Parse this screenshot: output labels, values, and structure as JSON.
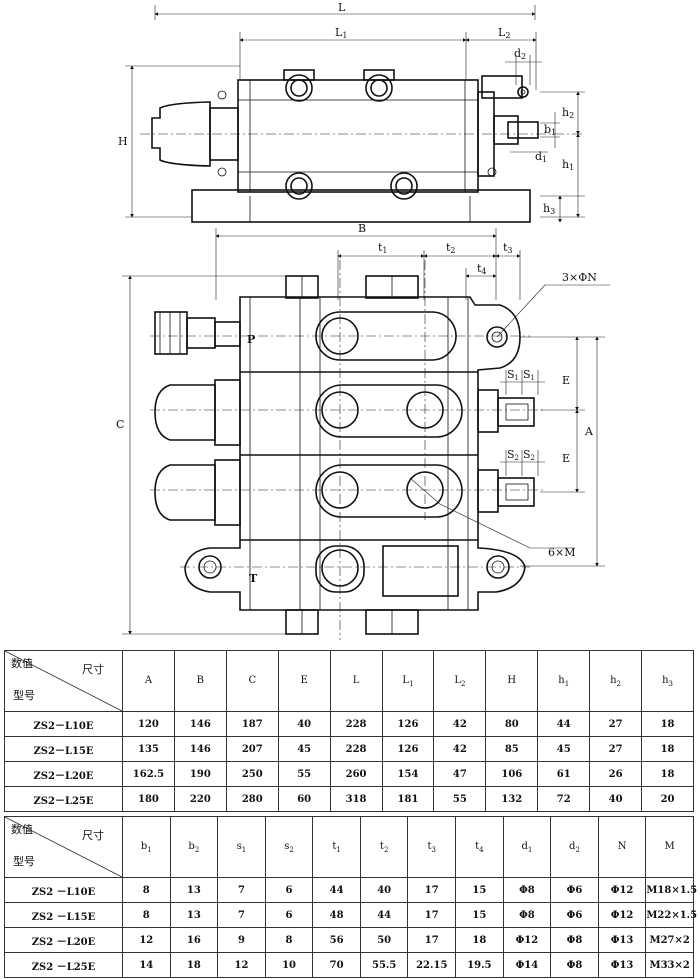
{
  "drawing": {
    "top_labels": {
      "L": "L",
      "L1": "L",
      "L1_sub": "1",
      "L2": "L",
      "L2_sub": "2",
      "H": "H",
      "d2": "d",
      "d2_sub": "2",
      "d1": "d",
      "d1_sub": "1",
      "b1": "b",
      "b1_sub": "1",
      "h2": "h",
      "h2_sub": "2",
      "h1": "h",
      "h1_sub": "1",
      "h3": "h",
      "h3_sub": "3"
    },
    "plan_labels": {
      "B": "B",
      "t1": "t",
      "t1_sub": "1",
      "t2": "t",
      "t2_sub": "2",
      "t3": "t",
      "t3_sub": "3",
      "t4": "t",
      "t4_sub": "4",
      "holes": "3×ΦN",
      "C": "C",
      "A": "A",
      "E1": "E",
      "E2": "E",
      "S1a": "S",
      "S1a_sub": "1",
      "S1b": "S",
      "S1b_sub": "1",
      "S2a": "S",
      "S2a_sub": "2",
      "S2b": "S",
      "S2b_sub": "2",
      "M": "6×M",
      "P": "P",
      "T": "T"
    }
  },
  "table1": {
    "corner": {
      "top": "尺寸",
      "mid": "数值",
      "bottom": "型号"
    },
    "headers": [
      {
        "t": "A",
        "s": ""
      },
      {
        "t": "B",
        "s": ""
      },
      {
        "t": "C",
        "s": ""
      },
      {
        "t": "E",
        "s": ""
      },
      {
        "t": "L",
        "s": ""
      },
      {
        "t": "L",
        "s": "1"
      },
      {
        "t": "L",
        "s": "2"
      },
      {
        "t": "H",
        "s": ""
      },
      {
        "t": "h",
        "s": "1"
      },
      {
        "t": "h",
        "s": "2"
      },
      {
        "t": "h",
        "s": "3"
      }
    ],
    "rows": [
      {
        "model": "ZS2－L10E",
        "values": [
          "120",
          "146",
          "187",
          "40",
          "228",
          "126",
          "42",
          "80",
          "44",
          "27",
          "18"
        ]
      },
      {
        "model": "ZS2－L15E",
        "values": [
          "135",
          "146",
          "207",
          "45",
          "228",
          "126",
          "42",
          "85",
          "45",
          "27",
          "18"
        ]
      },
      {
        "model": "ZS2－L20E",
        "values": [
          "162.5",
          "190",
          "250",
          "55",
          "260",
          "154",
          "47",
          "106",
          "61",
          "26",
          "18"
        ]
      },
      {
        "model": "ZS2－L25E",
        "values": [
          "180",
          "220",
          "280",
          "60",
          "318",
          "181",
          "55",
          "132",
          "72",
          "40",
          "20"
        ]
      }
    ]
  },
  "table2": {
    "corner": {
      "top": "尺寸",
      "mid": "数值",
      "bottom": "型号"
    },
    "headers": [
      {
        "t": "b",
        "s": "1"
      },
      {
        "t": "b",
        "s": "2"
      },
      {
        "t": "s",
        "s": "1"
      },
      {
        "t": "s",
        "s": "2"
      },
      {
        "t": "t",
        "s": "1"
      },
      {
        "t": "t",
        "s": "2"
      },
      {
        "t": "t",
        "s": "3"
      },
      {
        "t": "t",
        "s": "4"
      },
      {
        "t": "d",
        "s": "1"
      },
      {
        "t": "d",
        "s": "2"
      },
      {
        "t": "N",
        "s": ""
      },
      {
        "t": "M",
        "s": ""
      }
    ],
    "rows": [
      {
        "model": "ZS2 －L10E",
        "values": [
          "8",
          "13",
          "7",
          "6",
          "44",
          "40",
          "17",
          "15",
          "Φ8",
          "Φ6",
          "Φ12",
          "M18×1.5"
        ]
      },
      {
        "model": "ZS2 －L15E",
        "values": [
          "8",
          "13",
          "7",
          "6",
          "48",
          "44",
          "17",
          "15",
          "Φ8",
          "Φ6",
          "Φ12",
          "M22×1.5"
        ]
      },
      {
        "model": "ZS2 －L20E",
        "values": [
          "12",
          "16",
          "9",
          "8",
          "56",
          "50",
          "17",
          "18",
          "Φ12",
          "Φ8",
          "Φ13",
          "M27×2"
        ]
      },
      {
        "model": "ZS2 －L25E",
        "values": [
          "14",
          "18",
          "12",
          "10",
          "70",
          "55.5",
          "22.15",
          "19.5",
          "Φ14",
          "Φ8",
          "Φ13",
          "M33×2"
        ]
      }
    ]
  }
}
